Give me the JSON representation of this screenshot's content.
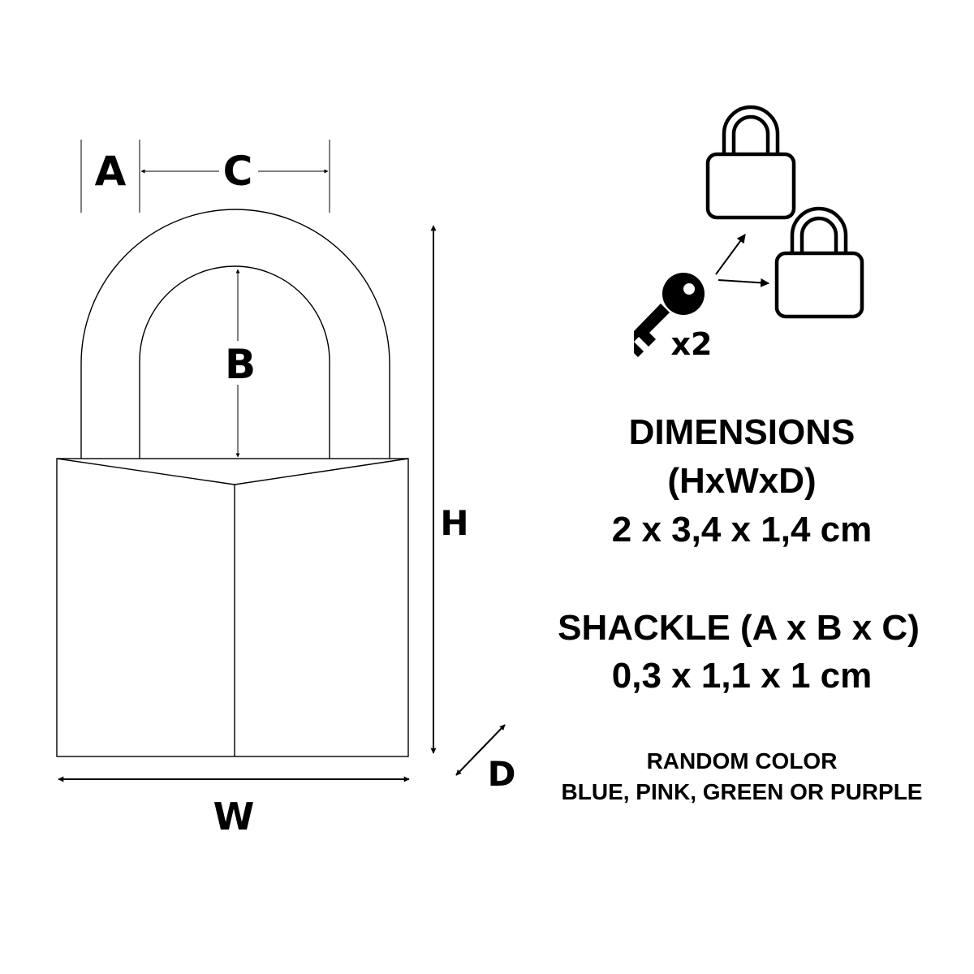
{
  "labels": {
    "a": "A",
    "b": "B",
    "c": "C",
    "h": "H",
    "w": "W",
    "d": "D"
  },
  "keys": {
    "count": "x2"
  },
  "dimensions": {
    "title": "DIMENSIONS",
    "format": "(HxWxD)",
    "value": "2 x 3,4 x 1,4 cm"
  },
  "shackle": {
    "title": "SHACKLE (A x B x C)",
    "value": "0,3 x 1,1 x 1 cm"
  },
  "color_note": {
    "line1": "RANDOM COLOR",
    "line2": "BLUE, PINK, GREEN OR PURPLE"
  },
  "colors": {
    "ink": "#000000",
    "background": "#ffffff"
  },
  "icons": [
    "padlock-outline-icon",
    "key-icon",
    "padlock-icon",
    "arrow-icon"
  ]
}
